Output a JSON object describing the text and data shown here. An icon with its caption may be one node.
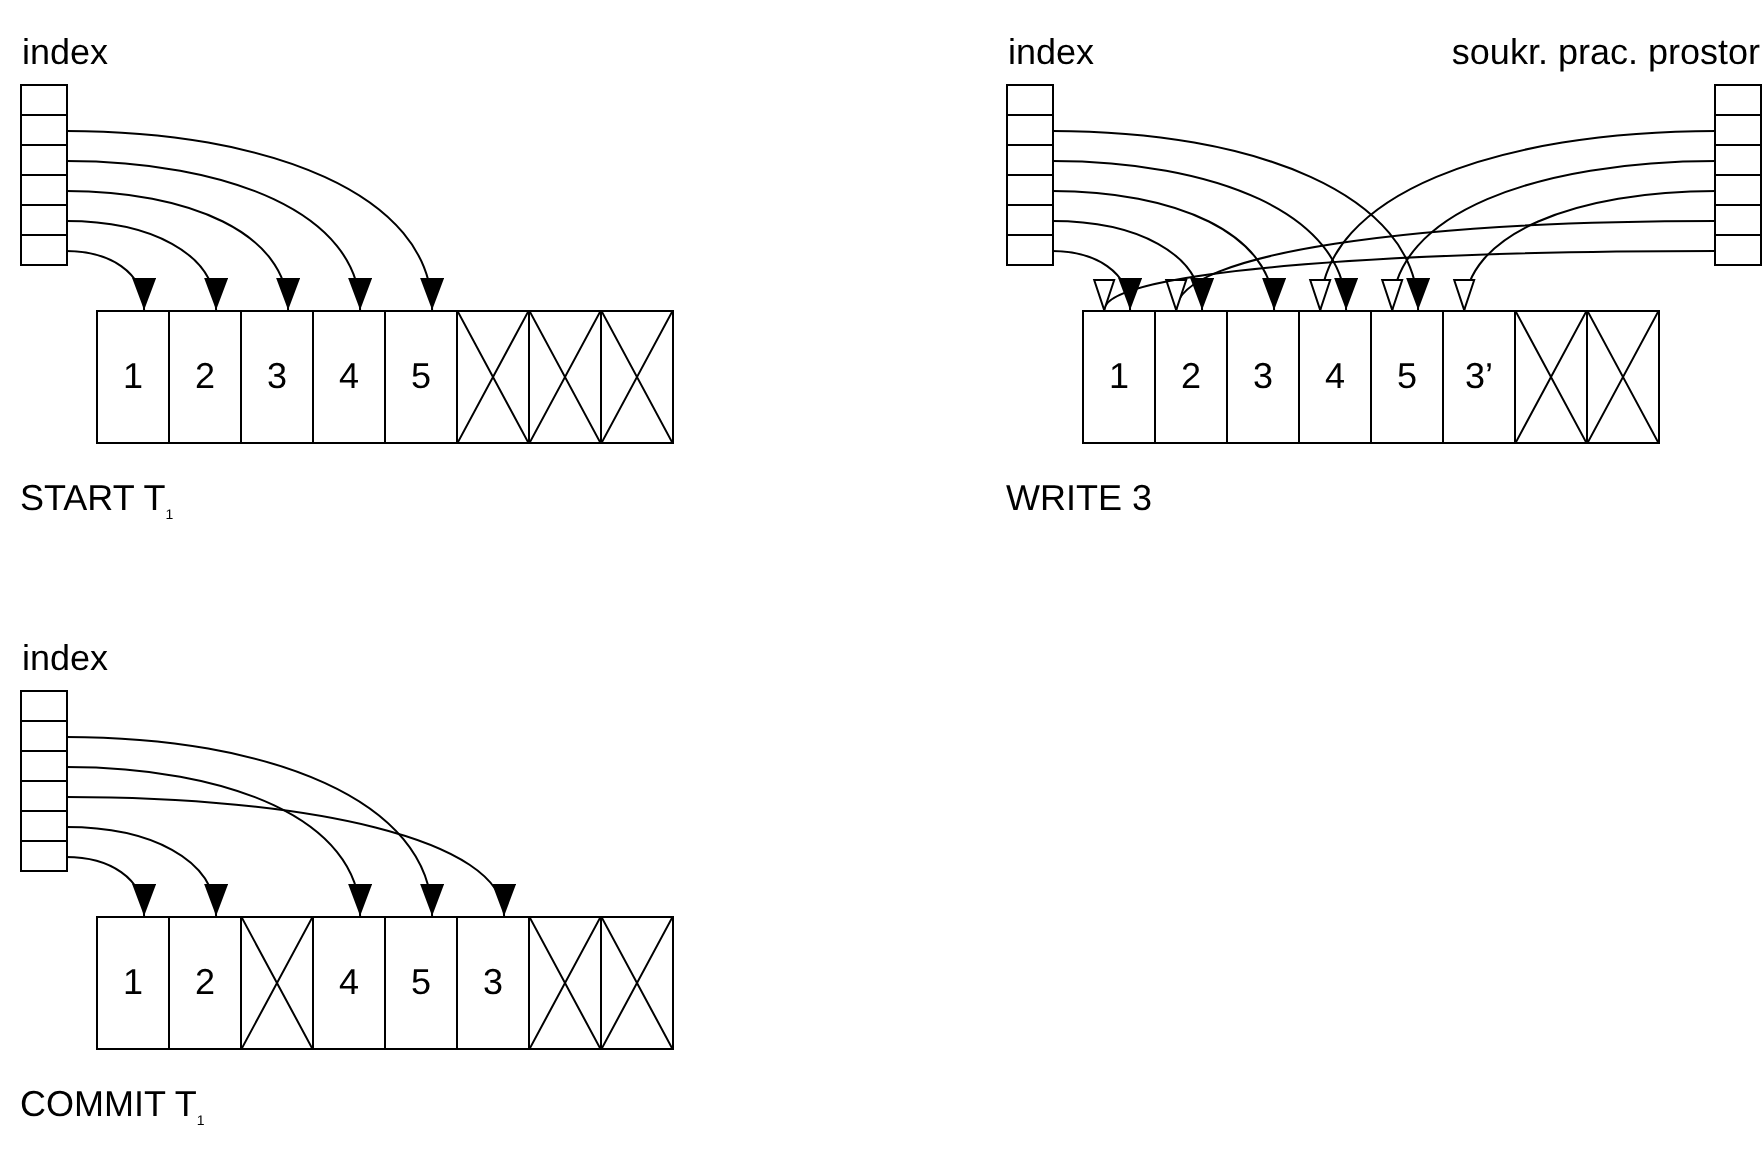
{
  "diagram": {
    "nodes": [
      {
        "text": [
          "index"
        ]
      },
      {
        "text": [],
        "shape": "box",
        "in": 0
      },
      {
        "text": [],
        "shape": "box",
        "in": 0
      },
      {
        "text": [],
        "shape": "box",
        "in": 0
      },
      {
        "text": [],
        "shape": "box",
        "in": 0
      },
      {
        "text": [],
        "shape": "box",
        "in": 0
      },
      {
        "text": [],
        "shape": "box",
        "in": 0
      },
      {
        "text": [
          "1"
        ]
      },
      {
        "text": [
          "2"
        ]
      },
      {
        "text": [
          "3"
        ]
      },
      {
        "text": [
          "4"
        ]
      },
      {
        "text": [
          "5"
        ]
      },
      {
        "text": [],
        "shape": "box"
      },
      {
        "text": [],
        "shape": "box"
      },
      {
        "text": [],
        "shape": "box"
      },
      {
        "text": [
          "index"
        ]
      },
      {
        "text": [],
        "shape": "box",
        "in": 15
      },
      {
        "text": [],
        "shape": "box",
        "in": 15
      },
      {
        "text": [],
        "shape": "box",
        "in": 15
      },
      {
        "text": [],
        "shape": "box",
        "in": 15
      },
      {
        "text": [],
        "shape": "box",
        "in": 15
      },
      {
        "text": [],
        "shape": "box",
        "in": 15
      },
      {
        "text": [
          "soukr. prac. prostor"
        ]
      },
      {
        "text": [],
        "shape": "box",
        "in": 22
      },
      {
        "text": [],
        "shape": "box",
        "in": 22
      },
      {
        "text": [],
        "shape": "box",
        "in": 22
      },
      {
        "text": [],
        "shape": "box",
        "in": 22
      },
      {
        "text": [],
        "shape": "box",
        "in": 22
      },
      {
        "text": [],
        "shape": "box",
        "in": 22
      },
      {
        "text": [
          "1"
        ]
      },
      {
        "text": [
          "2"
        ]
      },
      {
        "text": [
          "3"
        ]
      },
      {
        "text": [
          "4"
        ]
      },
      {
        "text": [
          "5"
        ]
      },
      {
        "text": [
          "3’"
        ]
      },
      {
        "text": [],
        "shape": "box"
      },
      {
        "text": [],
        "shape": "box"
      },
      {
        "text": [
          "index"
        ]
      },
      {
        "text": [],
        "shape": "box",
        "in": 37
      },
      {
        "text": [],
        "shape": "box",
        "in": 37
      },
      {
        "text": [],
        "shape": "box",
        "in": 37
      },
      {
        "text": [],
        "shape": "box",
        "in": 37
      },
      {
        "text": [],
        "shape": "box",
        "in": 37
      },
      {
        "text": [],
        "shape": "box",
        "in": 37
      },
      {
        "text": [
          "1"
        ]
      },
      {
        "text": [
          "2"
        ]
      },
      {
        "text": [],
        "shape": "box"
      },
      {
        "text": [
          "4"
        ]
      },
      {
        "text": [
          "5"
        ]
      },
      {
        "text": [
          "3"
        ]
      },
      {
        "text": [],
        "shape": "box"
      },
      {
        "text": [],
        "shape": "box"
      }
    ],
    "edges": [
      {
        "from": 2,
        "to": 11,
        "arrow": "to"
      },
      {
        "from": 3,
        "to": 10,
        "arrow": "to"
      },
      {
        "from": 4,
        "to": 9,
        "arrow": "to"
      },
      {
        "from": 5,
        "to": 8,
        "arrow": "to"
      },
      {
        "from": 6,
        "to": 7,
        "arrow": "to"
      },
      {
        "from": 17,
        "to": 33,
        "arrow": "to"
      },
      {
        "from": 18,
        "to": 32,
        "arrow": "to"
      },
      {
        "from": 19,
        "to": 31,
        "arrow": "to"
      },
      {
        "from": 20,
        "to": 30,
        "arrow": "to"
      },
      {
        "from": 21,
        "to": 29,
        "arrow": "to"
      },
      {
        "from": 24,
        "to": 32,
        "arrow": "to"
      },
      {
        "from": 25,
        "to": 33,
        "arrow": "to"
      },
      {
        "from": 26,
        "to": 34,
        "arrow": "to"
      },
      {
        "from": 27,
        "to": 30,
        "arrow": "to"
      },
      {
        "from": 28,
        "to": 29,
        "arrow": "to"
      },
      {
        "from": 39,
        "to": 48,
        "arrow": "to"
      },
      {
        "from": 40,
        "to": 47,
        "arrow": "to"
      },
      {
        "from": 41,
        "to": 49,
        "arrow": "to"
      },
      {
        "from": 42,
        "to": 45,
        "arrow": "to"
      },
      {
        "from": 43,
        "to": 44,
        "arrow": "to"
      }
    ],
    "labels": [
      "START T$_{1}$",
      "WRITE 3",
      "COMMIT T$_{1}$"
    ]
  }
}
